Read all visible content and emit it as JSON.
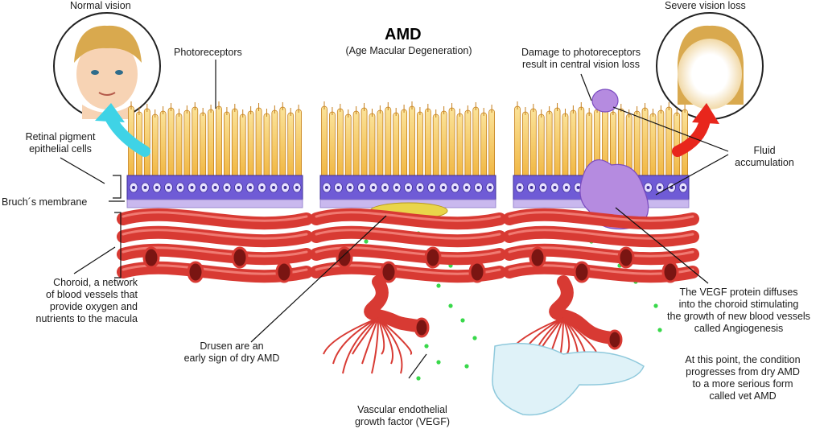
{
  "title": "AMD",
  "subtitle": "(Age Macular Degeneration)",
  "labels": {
    "normal_vision": "Normal vision",
    "severe_vision_loss": "Severe vision loss",
    "photoreceptors": "Photoreceptors",
    "damage_l1": "Damage to photoreceptors",
    "damage_l2": "result in central vision loss",
    "rpe_l1": "Retinal pigment",
    "rpe_l2": "epithelial cells",
    "bruch": "Bruch´s membrane",
    "fluid_l1": "Fluid",
    "fluid_l2": "accumulation",
    "choroid_l1": "Choroid, a network",
    "choroid_l2": "of blood vessels that",
    "choroid_l3": "provide oxygen and",
    "choroid_l4": "nutrients to the macula",
    "drusen_l1": "Drusen are an",
    "drusen_l2": "early sign of dry AMD",
    "vegf_l1": "Vascular endothelial",
    "vegf_l2": "growth factor (VEGF)",
    "vegfdiff_l1": "The VEGF protein diffuses",
    "vegfdiff_l2": "into the choroid stimulating",
    "vegfdiff_l3": "the growth of new blood vessels",
    "vegfdiff_l4": "called Angiogenesis",
    "wet_l1": "At this point, the condition",
    "wet_l2": "progresses from dry AMD",
    "wet_l3": "to a more serious form",
    "wet_l4": "called vet AMD"
  },
  "colors": {
    "photoreceptor": "#f3c242",
    "rpe_layer": "#6f5bd6",
    "bruch": "#c9b8ee",
    "vessel": "#d83a33",
    "drusen": "#e9d54a",
    "vegf_dot": "#38d84a",
    "fluid": "#b58be0",
    "cyan_arrow": "#3fd3e6",
    "red_arrow": "#e8261c"
  },
  "icons": [
    "normal-vision-face-icon",
    "blurred-vision-face-icon"
  ]
}
